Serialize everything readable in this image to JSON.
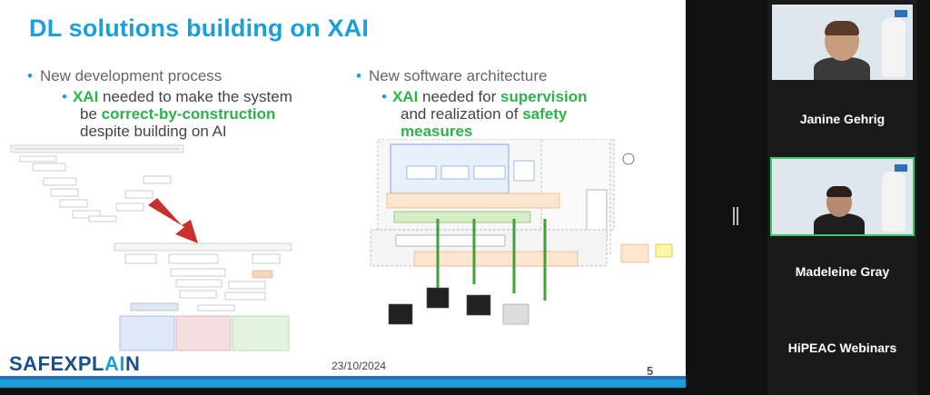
{
  "slide": {
    "title": "DL solutions building on XAI",
    "left_bullet": "New development process",
    "left_sub_1": "XAI",
    "left_sub_2": " needed to make the system",
    "left_sub_3": "be ",
    "left_sub_4": "correct-by-construction",
    "left_sub_5": "despite building on AI",
    "right_bullet": "New software architecture",
    "right_sub_1": "XAI",
    "right_sub_2": " needed for ",
    "right_sub_3": "supervision",
    "right_sub_4": "and realization of ",
    "right_sub_5": "safety",
    "right_sub_6": "measures",
    "date": "23/10/2024",
    "page_number": "5",
    "logo_a": "SAFEXPL",
    "logo_b": "AI",
    "logo_c": "N"
  },
  "participants": [
    {
      "name": "Janine Gehrig"
    },
    {
      "name": "Madeleine Gray"
    }
  ],
  "webinar_label": "HiPEAC Webinars",
  "colors": {
    "accent": "#1aa0d8",
    "green": "#2db34a",
    "active_speaker": "#33cc66"
  }
}
